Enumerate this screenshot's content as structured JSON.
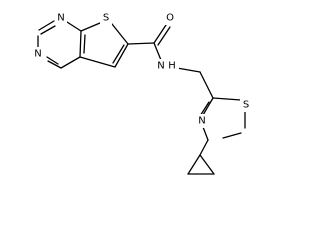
{
  "molecule": {
    "atoms": {
      "n_top": "N",
      "n_left": "N",
      "s_top": "S",
      "o_carbonyl": "O",
      "n_amide": "N",
      "h_amide": "H",
      "n_thiazole": "N",
      "s_thiazole": "S"
    }
  }
}
